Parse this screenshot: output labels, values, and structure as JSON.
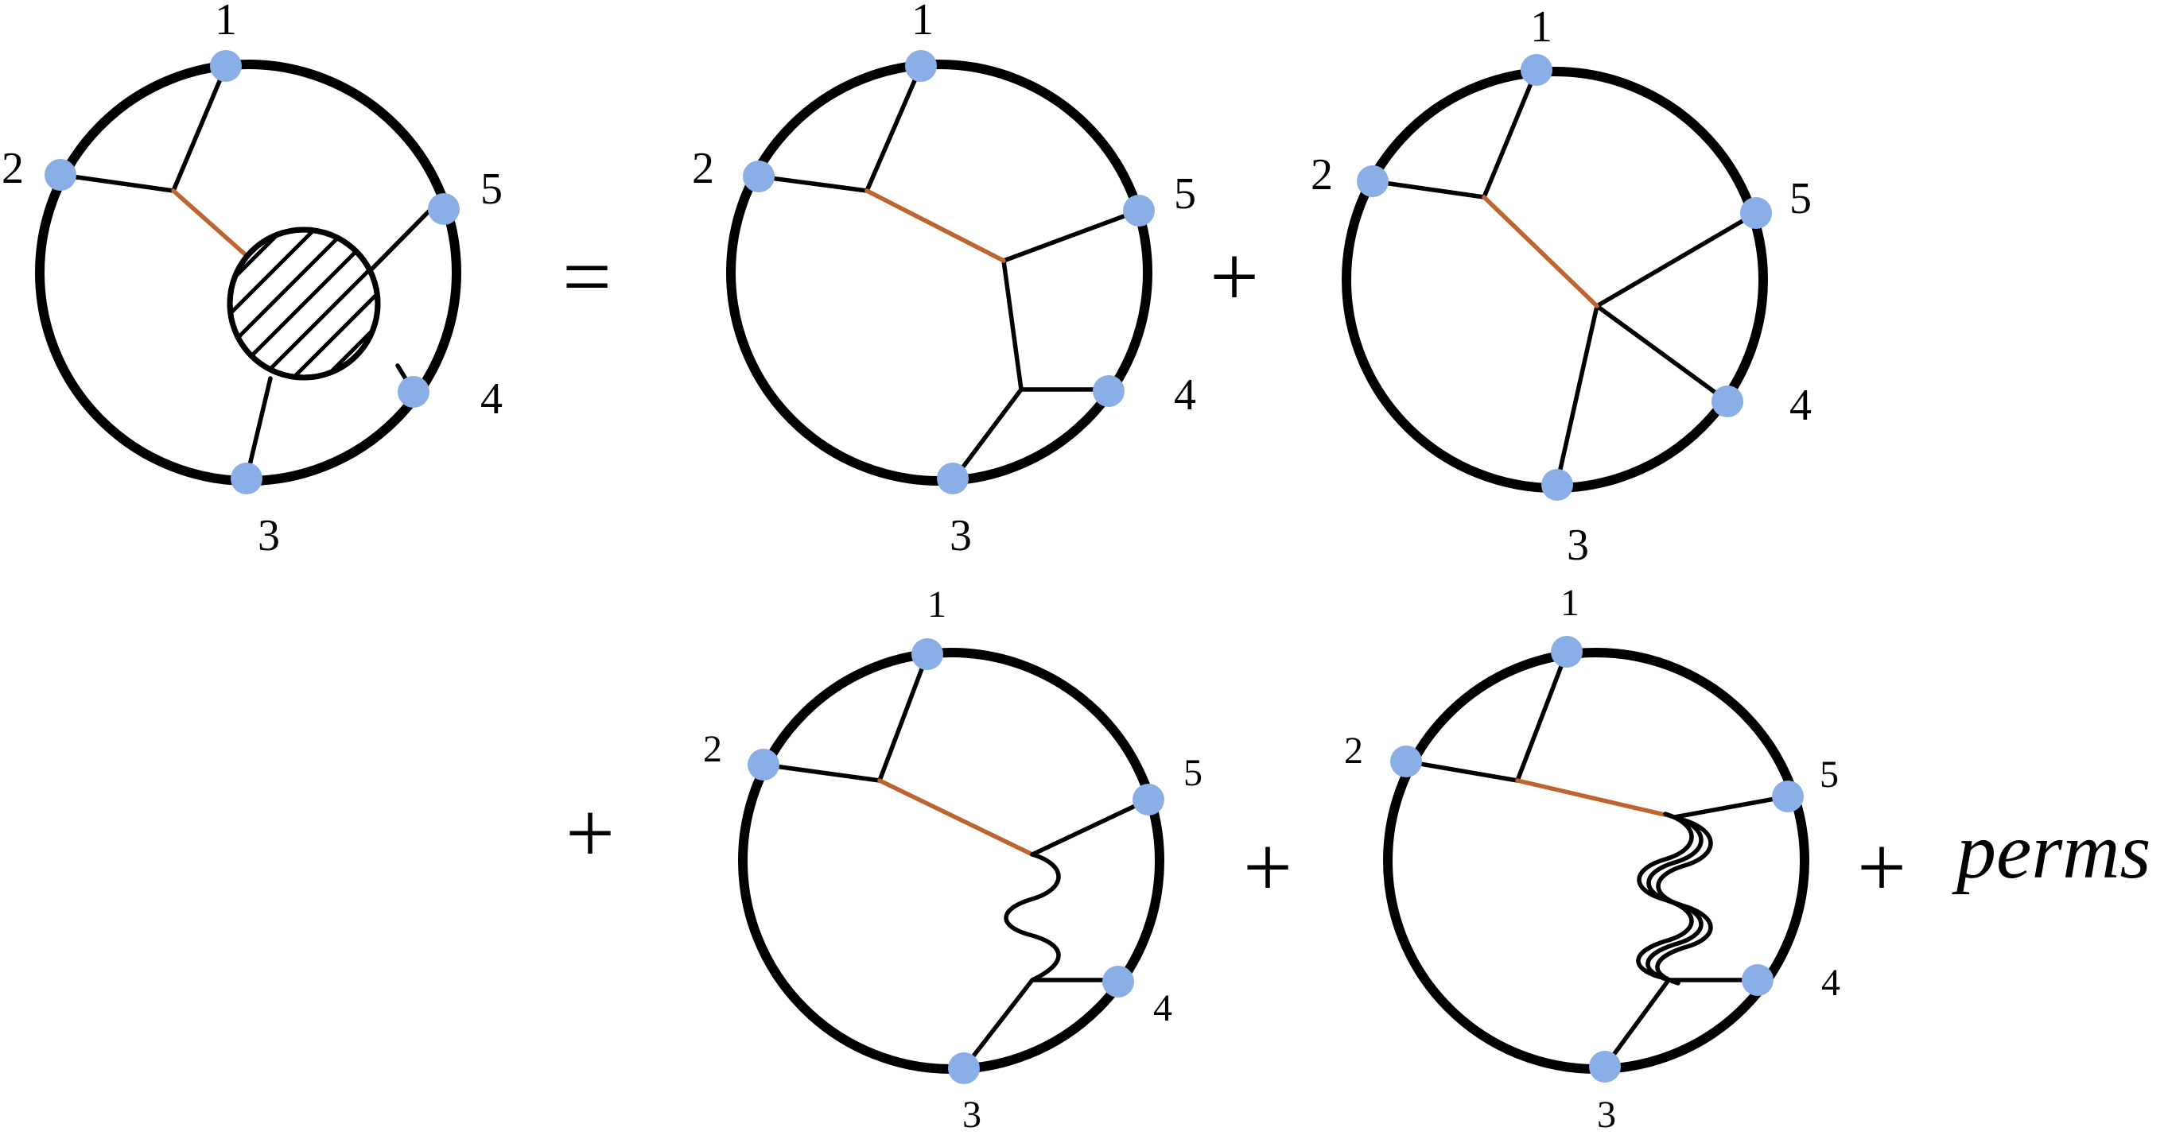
{
  "external_labels": [
    "1",
    "2",
    "3",
    "4",
    "5"
  ],
  "operators": {
    "equals": "=",
    "plus": "+"
  },
  "perms_label": "perms",
  "colors": {
    "boundary": "#000000",
    "propagator": "#000000",
    "highlighted_propagator": "#bd6430",
    "external_point": "#8aaee6"
  }
}
